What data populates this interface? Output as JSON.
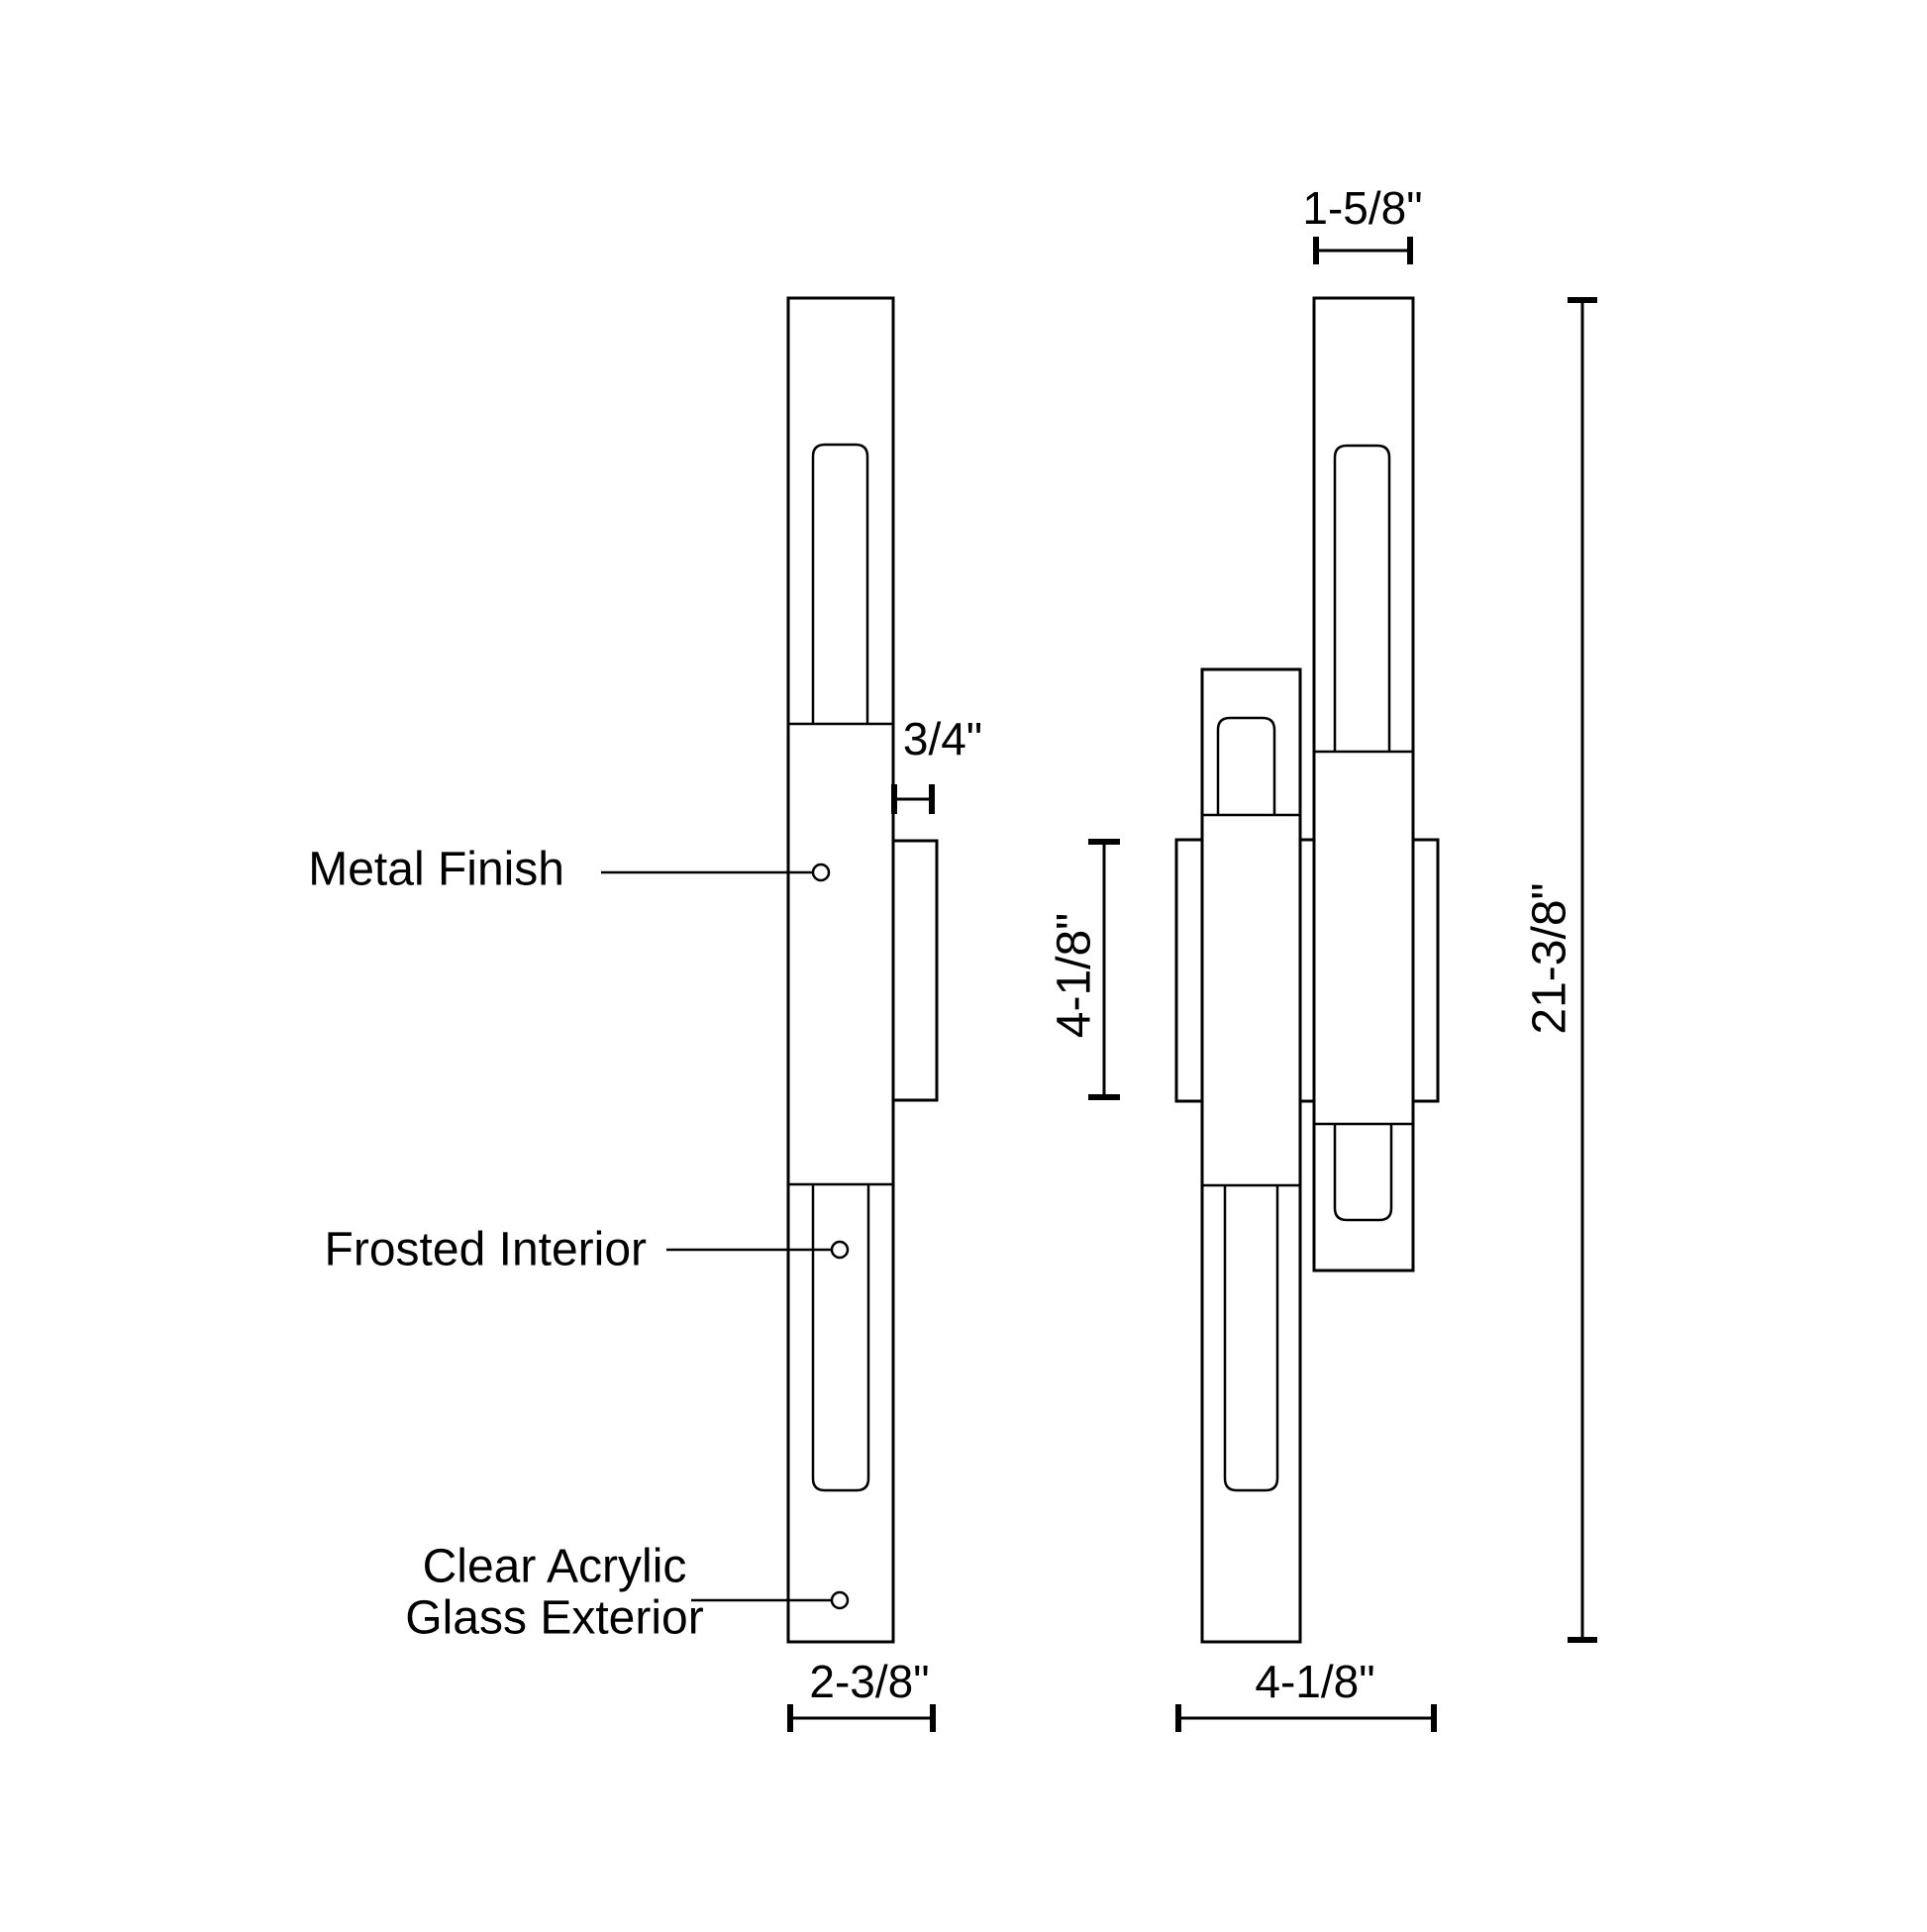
{
  "drawing": {
    "callouts": {
      "metal_finish": "Metal Finish",
      "frosted_interior": "Frosted Interior",
      "clear_acrylic_line1": "Clear Acrylic",
      "clear_acrylic_line2": "Glass Exterior"
    },
    "dimensions": {
      "backplate_depth": "3/4\"",
      "overall_depth": "2-3/8\"",
      "column_width": "1-5/8\"",
      "backplate_height": "4-1/8\"",
      "overall_width": "4-1/8\"",
      "overall_height": "21-3/8\""
    },
    "colors": {
      "line": "#000000",
      "background": "#ffffff"
    }
  }
}
